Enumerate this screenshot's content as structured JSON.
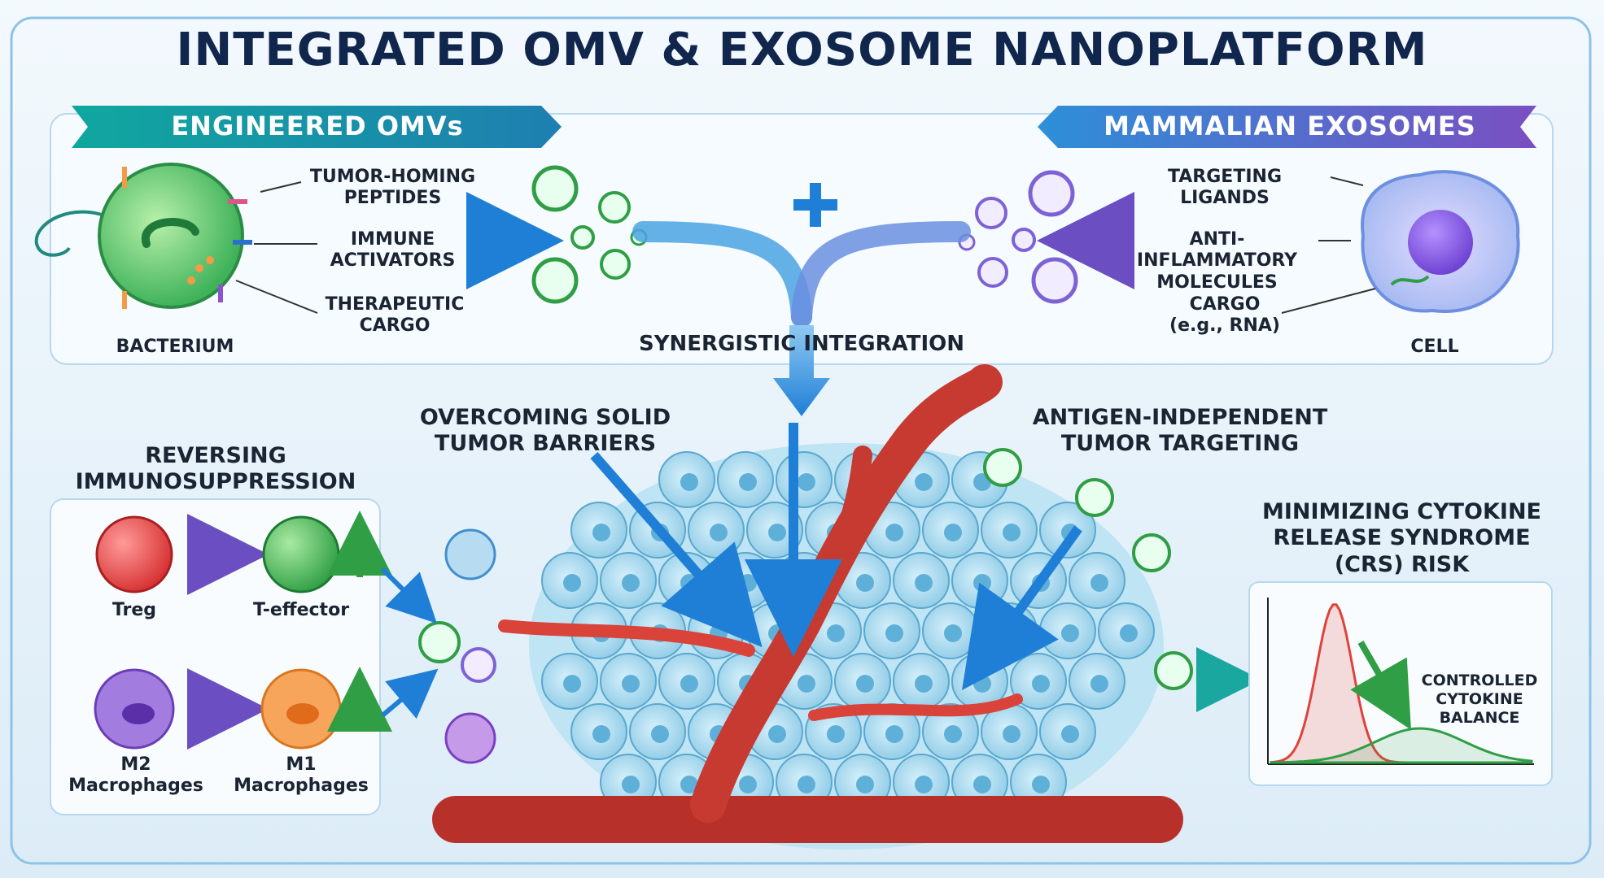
{
  "title": "INTEGRATED OMV & EXOSOME NANOPLATFORM",
  "omv_panel": {
    "banner": "ENGINEERED OMVs",
    "source_label": "BACTERIUM",
    "annotations": [
      "TUMOR-HOMING\nPEPTIDES",
      "IMMUNE\nACTIVATORS",
      "THERAPEUTIC\nCARGO"
    ]
  },
  "exosome_panel": {
    "banner": "MAMMALIAN EXOSOMES",
    "source_label": "CELL",
    "annotations": [
      "TARGETING LIGANDS",
      "ANTI-INFLAMMATORY\nMOLECULES",
      "CARGO\n(e.g., RNA)"
    ]
  },
  "integration_label": "SYNERGISTIC INTEGRATION",
  "plus_symbol": "+",
  "immuno_panel": {
    "heading": "REVERSING\nIMMUNOSUPPRESSION",
    "treg": "Treg",
    "teff": "T-effector",
    "m2": "M2\nMacrophages",
    "m1": "M1\nMacrophages"
  },
  "barrier_heading": "OVERCOMING SOLID\nTUMOR BARRIERS",
  "antigen_heading": "ANTIGEN-INDEPENDENT\nTUMOR TARGETING",
  "crs_panel": {
    "heading": "MINIMIZING CYTOKINE\nRELEASE SYNDROME\n(CRS) RISK",
    "curve_label": "CONTROLLED\nCYTOKINE\nBALANCE"
  },
  "colors": {
    "title": "#10264d",
    "omv_banner": "#1aa79b",
    "exosome_banner": "#6b5ec8",
    "arrow_blue": "#1f7fd6",
    "vessel_red": "#d9433a",
    "tumor_cell": "#9fd4ec",
    "treg_red": "#e24545",
    "teff_green": "#3ea957",
    "m2_purple": "#9b6bd6",
    "m1_orange": "#f59a45",
    "curve_red": "#e0423a",
    "curve_green": "#2f9e44"
  }
}
